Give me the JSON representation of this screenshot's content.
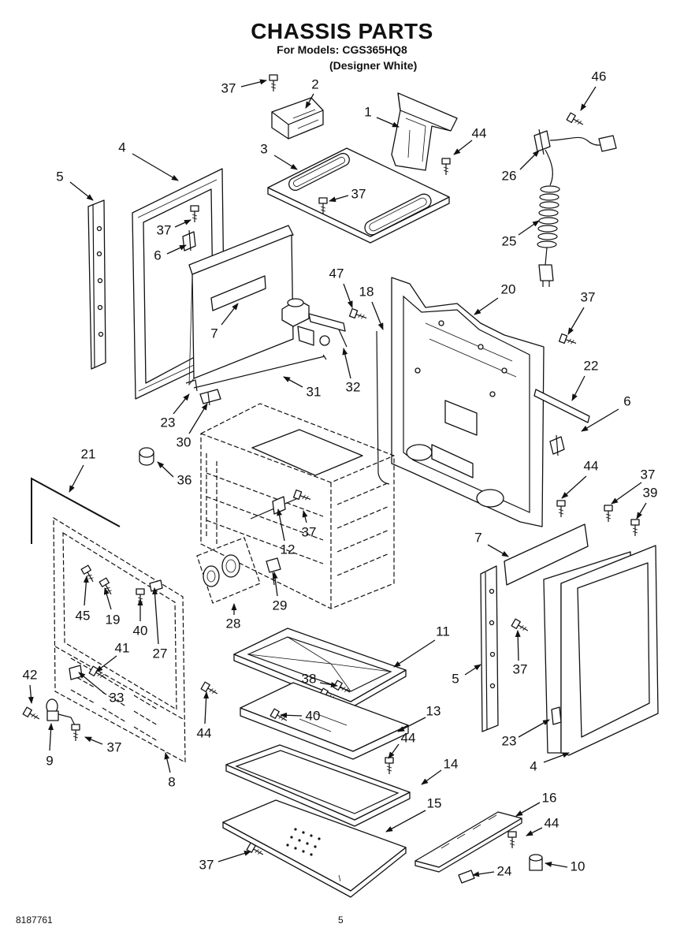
{
  "title": "CHASSIS PARTS",
  "models_line": "For Models: CGS365HQ8",
  "variant_line": "(Designer White)",
  "footer": {
    "document_number": "8187761",
    "page_number": "5"
  },
  "callouts": [
    "37",
    "2",
    "1",
    "44",
    "46",
    "26",
    "25",
    "4",
    "5",
    "3",
    "37",
    "37",
    "6",
    "47",
    "18",
    "20",
    "37",
    "7",
    "22",
    "32",
    "31",
    "6",
    "23",
    "30",
    "21",
    "36",
    "44",
    "37",
    "39",
    "37",
    "12",
    "7",
    "45",
    "19",
    "40",
    "28",
    "29",
    "27",
    "11",
    "41",
    "42",
    "5",
    "37",
    "38",
    "33",
    "40",
    "13",
    "44",
    "23",
    "9",
    "37",
    "44",
    "14",
    "8",
    "4",
    "16",
    "15",
    "44",
    "37",
    "24",
    "10"
  ],
  "colors": {
    "ink": "#111111",
    "paper": "#ffffff"
  }
}
